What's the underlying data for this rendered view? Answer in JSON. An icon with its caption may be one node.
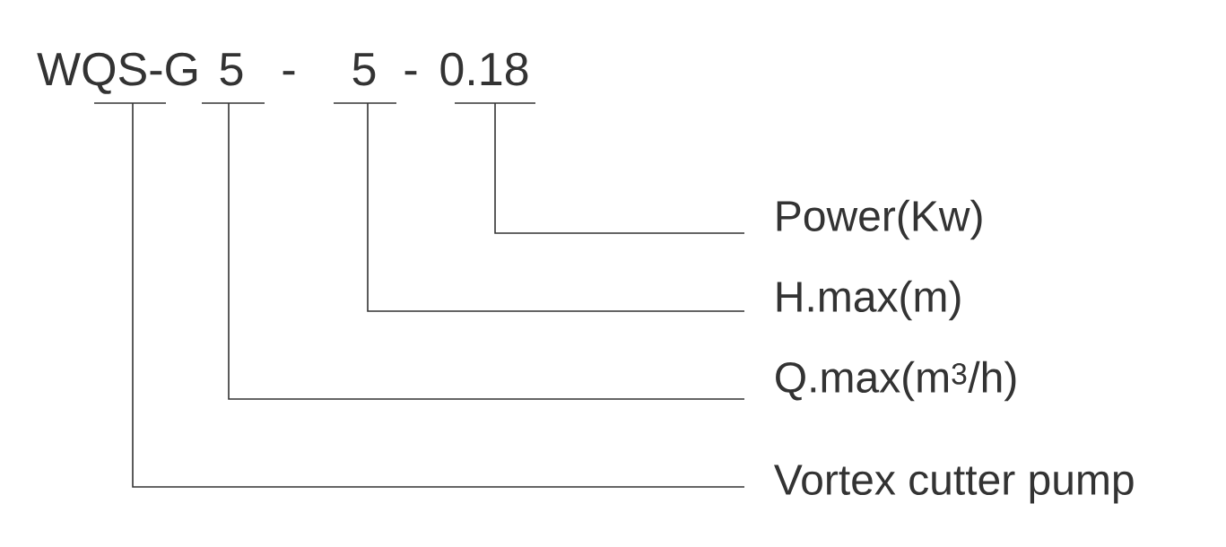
{
  "diagram": {
    "nodes": [
      {
        "text": [
          "WQS-G"
        ]
      },
      {
        "text": [
          "5"
        ]
      },
      {
        "text": [
          "5"
        ]
      },
      {
        "text": [
          "0.18"
        ]
      },
      {
        "text": [
          "Power(Kw)"
        ]
      },
      {
        "text": [
          "H.max(m)"
        ]
      },
      {
        "text": [
          "Q.max(m$^{3}$/h)"
        ]
      },
      {
        "text": [
          "Vortex cutter pump"
        ]
      }
    ],
    "edges": [
      {
        "from": 0,
        "to": 7,
        "arrow": "none"
      },
      {
        "from": 1,
        "to": 6,
        "arrow": "none"
      },
      {
        "from": 2,
        "to": 5,
        "arrow": "none"
      },
      {
        "from": 3,
        "to": 4,
        "arrow": "none"
      }
    ],
    "labels": [
      "-",
      "-"
    ]
  }
}
